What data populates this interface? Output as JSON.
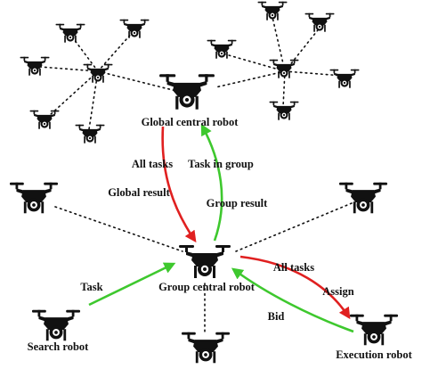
{
  "labels": {
    "global_central_robot": "Global central robot",
    "group_central_robot": "Group central robot",
    "search_robot": "Search robot",
    "execution_robot": "Execution robot"
  },
  "edges": {
    "all_tasks_down": "All tasks",
    "global_result": "Global result",
    "task_in_group": "Task in group",
    "group_result": "Group result",
    "task": "Task",
    "all_tasks_right": "All tasks",
    "assign": "Assign",
    "bid": "Bid"
  },
  "colors": {
    "red": "#e02020",
    "green": "#3ec82e",
    "drone": "#111111"
  },
  "icons": [
    "quadcopter-drone-icon"
  ]
}
